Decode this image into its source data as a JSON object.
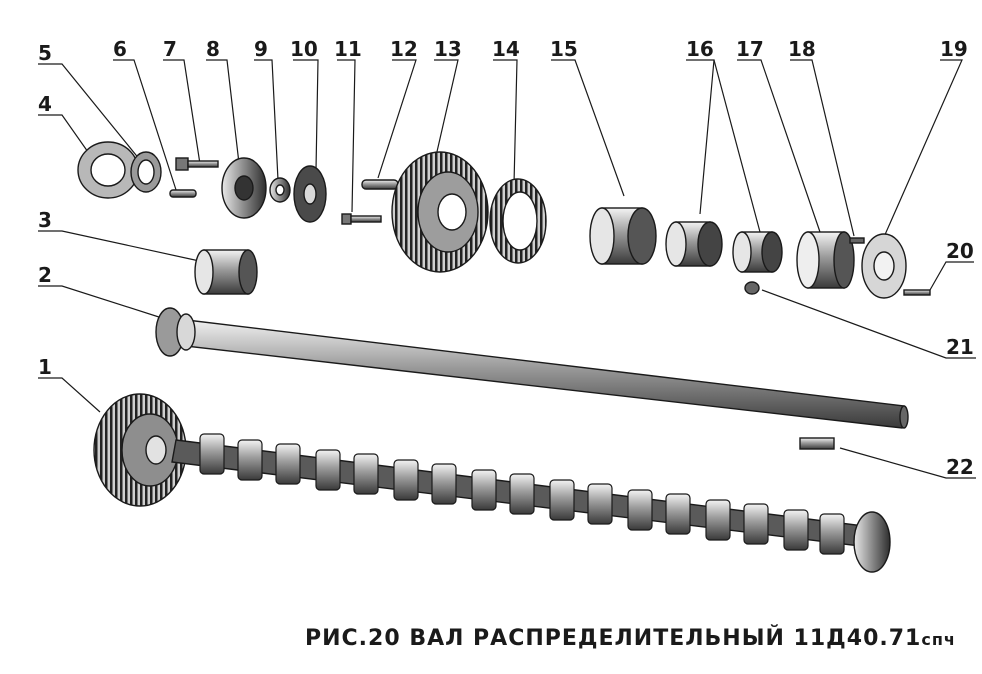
{
  "callouts": [
    "1",
    "2",
    "3",
    "4",
    "5",
    "6",
    "7",
    "8",
    "9",
    "10",
    "11",
    "12",
    "13",
    "14",
    "15",
    "16",
    "17",
    "18",
    "19",
    "20",
    "21",
    "22"
  ],
  "caption": {
    "main": "РИС.20  ВАЛ  РАСПРЕДЕЛИТЕЛЬНЫЙ  11Д40.71",
    "suffix": "спч"
  }
}
